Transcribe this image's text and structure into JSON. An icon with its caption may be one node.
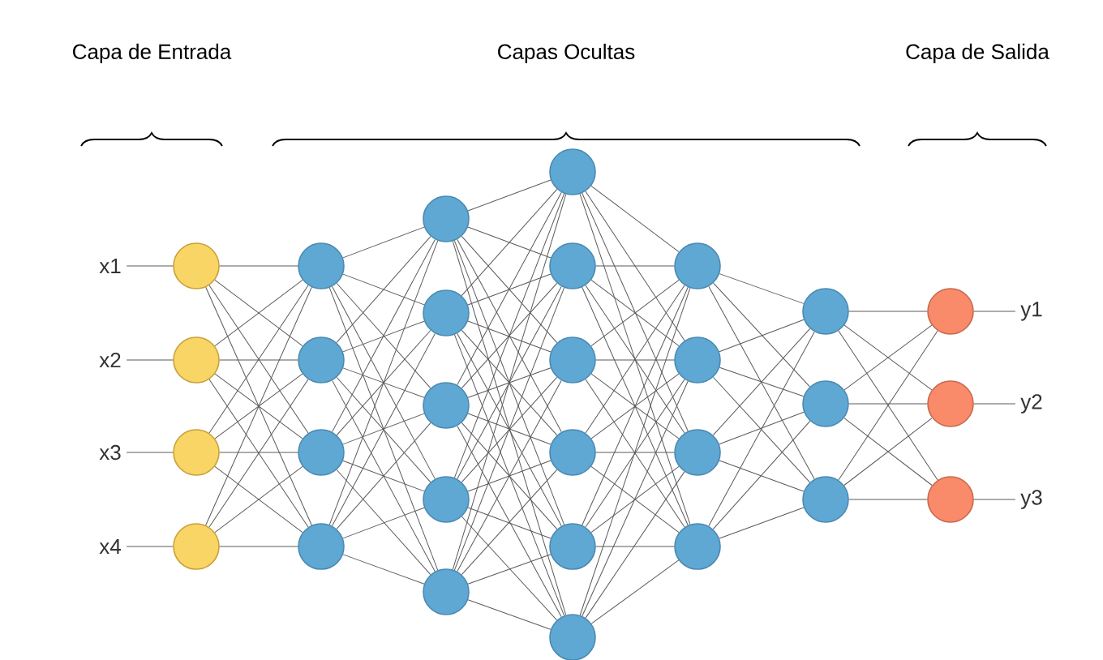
{
  "diagram": {
    "nodes": [
      {
        "text": [
          "x1"
        ]
      },
      {
        "text": [
          "x2"
        ]
      },
      {
        "text": [
          "x3"
        ]
      },
      {
        "text": [
          "x4"
        ]
      },
      {
        "text": [],
        "shape": "circle"
      },
      {
        "text": [],
        "shape": "circle"
      },
      {
        "text": [],
        "shape": "circle"
      },
      {
        "text": [],
        "shape": "circle"
      },
      {
        "text": [],
        "shape": "circle"
      },
      {
        "text": [],
        "shape": "circle"
      },
      {
        "text": [],
        "shape": "circle"
      },
      {
        "text": [],
        "shape": "circle"
      },
      {
        "text": [],
        "shape": "circle"
      },
      {
        "text": [],
        "shape": "circle"
      },
      {
        "text": [],
        "shape": "circle"
      },
      {
        "text": [],
        "shape": "circle"
      },
      {
        "text": [],
        "shape": "circle"
      },
      {
        "text": [],
        "shape": "circle"
      },
      {
        "text": [],
        "shape": "circle"
      },
      {
        "text": [],
        "shape": "circle"
      },
      {
        "text": [],
        "shape": "circle"
      },
      {
        "text": [],
        "shape": "circle"
      },
      {
        "text": [],
        "shape": "circle"
      },
      {
        "text": [],
        "shape": "circle"
      },
      {
        "text": [],
        "shape": "circle"
      },
      {
        "text": [],
        "shape": "circle"
      },
      {
        "text": [],
        "shape": "circle"
      },
      {
        "text": [],
        "shape": "circle"
      },
      {
        "text": [],
        "shape": "circle"
      },
      {
        "text": [],
        "shape": "circle"
      },
      {
        "text": [],
        "shape": "circle"
      },
      {
        "text": [],
        "shape": "circle"
      },
      {
        "text": [],
        "shape": "circle"
      },
      {
        "text": [
          "y1"
        ]
      },
      {
        "text": [
          "y2"
        ]
      },
      {
        "text": [
          "y3"
        ]
      }
    ],
    "edges": [
      {
        "from": 0,
        "to": 4,
        "arrow": "none"
      },
      {
        "from": 1,
        "to": 5,
        "arrow": "none"
      },
      {
        "from": 2,
        "to": 6,
        "arrow": "none"
      },
      {
        "from": 3,
        "to": 7,
        "arrow": "none"
      },
      {
        "from": 4,
        "to": 8,
        "arrow": "none"
      },
      {
        "from": 4,
        "to": 9,
        "arrow": "none"
      },
      {
        "from": 4,
        "to": 10,
        "arrow": "none"
      },
      {
        "from": 4,
        "to": 11,
        "arrow": "none"
      },
      {
        "from": 5,
        "to": 8,
        "arrow": "none"
      },
      {
        "from": 5,
        "to": 9,
        "arrow": "none"
      },
      {
        "from": 5,
        "to": 10,
        "arrow": "none"
      },
      {
        "from": 5,
        "to": 11,
        "arrow": "none"
      },
      {
        "from": 6,
        "to": 8,
        "arrow": "none"
      },
      {
        "from": 6,
        "to": 9,
        "arrow": "none"
      },
      {
        "from": 6,
        "to": 10,
        "arrow": "none"
      },
      {
        "from": 6,
        "to": 11,
        "arrow": "none"
      },
      {
        "from": 7,
        "to": 8,
        "arrow": "none"
      },
      {
        "from": 7,
        "to": 9,
        "arrow": "none"
      },
      {
        "from": 7,
        "to": 10,
        "arrow": "none"
      },
      {
        "from": 7,
        "to": 11,
        "arrow": "none"
      },
      {
        "from": 8,
        "to": 12,
        "arrow": "none"
      },
      {
        "from": 8,
        "to": 13,
        "arrow": "none"
      },
      {
        "from": 8,
        "to": 14,
        "arrow": "none"
      },
      {
        "from": 8,
        "to": 15,
        "arrow": "none"
      },
      {
        "from": 8,
        "to": 16,
        "arrow": "none"
      },
      {
        "from": 9,
        "to": 12,
        "arrow": "none"
      },
      {
        "from": 9,
        "to": 13,
        "arrow": "none"
      },
      {
        "from": 9,
        "to": 14,
        "arrow": "none"
      },
      {
        "from": 9,
        "to": 15,
        "arrow": "none"
      },
      {
        "from": 9,
        "to": 16,
        "arrow": "none"
      },
      {
        "from": 10,
        "to": 12,
        "arrow": "none"
      },
      {
        "from": 10,
        "to": 13,
        "arrow": "none"
      },
      {
        "from": 10,
        "to": 14,
        "arrow": "none"
      },
      {
        "from": 10,
        "to": 15,
        "arrow": "none"
      },
      {
        "from": 10,
        "to": 16,
        "arrow": "none"
      },
      {
        "from": 11,
        "to": 12,
        "arrow": "none"
      },
      {
        "from": 11,
        "to": 13,
        "arrow": "none"
      },
      {
        "from": 11,
        "to": 14,
        "arrow": "none"
      },
      {
        "from": 11,
        "to": 15,
        "arrow": "none"
      },
      {
        "from": 11,
        "to": 16,
        "arrow": "none"
      },
      {
        "from": 12,
        "to": 17,
        "arrow": "none"
      },
      {
        "from": 12,
        "to": 18,
        "arrow": "none"
      },
      {
        "from": 12,
        "to": 19,
        "arrow": "none"
      },
      {
        "from": 12,
        "to": 20,
        "arrow": "none"
      },
      {
        "from": 12,
        "to": 21,
        "arrow": "none"
      },
      {
        "from": 12,
        "to": 22,
        "arrow": "none"
      },
      {
        "from": 13,
        "to": 17,
        "arrow": "none"
      },
      {
        "from": 13,
        "to": 18,
        "arrow": "none"
      },
      {
        "from": 13,
        "to": 19,
        "arrow": "none"
      },
      {
        "from": 13,
        "to": 20,
        "arrow": "none"
      },
      {
        "from": 13,
        "to": 21,
        "arrow": "none"
      },
      {
        "from": 13,
        "to": 22,
        "arrow": "none"
      },
      {
        "from": 14,
        "to": 17,
        "arrow": "none"
      },
      {
        "from": 14,
        "to": 18,
        "arrow": "none"
      },
      {
        "from": 14,
        "to": 19,
        "arrow": "none"
      },
      {
        "from": 14,
        "to": 20,
        "arrow": "none"
      },
      {
        "from": 14,
        "to": 21,
        "arrow": "none"
      },
      {
        "from": 14,
        "to": 22,
        "arrow": "none"
      },
      {
        "from": 15,
        "to": 17,
        "arrow": "none"
      },
      {
        "from": 15,
        "to": 18,
        "arrow": "none"
      },
      {
        "from": 15,
        "to": 19,
        "arrow": "none"
      },
      {
        "from": 15,
        "to": 20,
        "arrow": "none"
      },
      {
        "from": 15,
        "to": 21,
        "arrow": "none"
      },
      {
        "from": 15,
        "to": 22,
        "arrow": "none"
      },
      {
        "from": 16,
        "to": 17,
        "arrow": "none"
      },
      {
        "from": 16,
        "to": 18,
        "arrow": "none"
      },
      {
        "from": 16,
        "to": 19,
        "arrow": "none"
      },
      {
        "from": 16,
        "to": 20,
        "arrow": "none"
      },
      {
        "from": 16,
        "to": 21,
        "arrow": "none"
      },
      {
        "from": 16,
        "to": 22,
        "arrow": "none"
      },
      {
        "from": 17,
        "to": 23,
        "arrow": "none"
      },
      {
        "from": 17,
        "to": 24,
        "arrow": "none"
      },
      {
        "from": 17,
        "to": 25,
        "arrow": "none"
      },
      {
        "from": 17,
        "to": 26,
        "arrow": "none"
      },
      {
        "from": 18,
        "to": 23,
        "arrow": "none"
      },
      {
        "from": 18,
        "to": 24,
        "arrow": "none"
      },
      {
        "from": 18,
        "to": 25,
        "arrow": "none"
      },
      {
        "from": 18,
        "to": 26,
        "arrow": "none"
      },
      {
        "from": 19,
        "to": 23,
        "arrow": "none"
      },
      {
        "from": 19,
        "to": 24,
        "arrow": "none"
      },
      {
        "from": 19,
        "to": 25,
        "arrow": "none"
      },
      {
        "from": 19,
        "to": 26,
        "arrow": "none"
      },
      {
        "from": 20,
        "to": 23,
        "arrow": "none"
      },
      {
        "from": 20,
        "to": 24,
        "arrow": "none"
      },
      {
        "from": 20,
        "to": 25,
        "arrow": "none"
      },
      {
        "from": 20,
        "to": 26,
        "arrow": "none"
      },
      {
        "from": 21,
        "to": 23,
        "arrow": "none"
      },
      {
        "from": 21,
        "to": 24,
        "arrow": "none"
      },
      {
        "from": 21,
        "to": 25,
        "arrow": "none"
      },
      {
        "from": 21,
        "to": 26,
        "arrow": "none"
      },
      {
        "from": 22,
        "to": 23,
        "arrow": "none"
      },
      {
        "from": 22,
        "to": 24,
        "arrow": "none"
      },
      {
        "from": 22,
        "to": 25,
        "arrow": "none"
      },
      {
        "from": 22,
        "to": 26,
        "arrow": "none"
      },
      {
        "from": 23,
        "to": 27,
        "arrow": "none"
      },
      {
        "from": 23,
        "to": 28,
        "arrow": "none"
      },
      {
        "from": 23,
        "to": 29,
        "arrow": "none"
      },
      {
        "from": 24,
        "to": 27,
        "arrow": "none"
      },
      {
        "from": 24,
        "to": 28,
        "arrow": "none"
      },
      {
        "from": 24,
        "to": 29,
        "arrow": "none"
      },
      {
        "from": 25,
        "to": 27,
        "arrow": "none"
      },
      {
        "from": 25,
        "to": 28,
        "arrow": "none"
      },
      {
        "from": 25,
        "to": 29,
        "arrow": "none"
      },
      {
        "from": 26,
        "to": 27,
        "arrow": "none"
      },
      {
        "from": 26,
        "to": 28,
        "arrow": "none"
      },
      {
        "from": 26,
        "to": 29,
        "arrow": "none"
      },
      {
        "from": 27,
        "to": 30,
        "arrow": "none"
      },
      {
        "from": 27,
        "to": 31,
        "arrow": "none"
      },
      {
        "from": 27,
        "to": 32,
        "arrow": "none"
      },
      {
        "from": 28,
        "to": 30,
        "arrow": "none"
      },
      {
        "from": 28,
        "to": 31,
        "arrow": "none"
      },
      {
        "from": 28,
        "to": 32,
        "arrow": "none"
      },
      {
        "from": 29,
        "to": 30,
        "arrow": "none"
      },
      {
        "from": 29,
        "to": 31,
        "arrow": "none"
      },
      {
        "from": 29,
        "to": 32,
        "arrow": "none"
      },
      {
        "from": 30,
        "to": 33,
        "arrow": "none"
      },
      {
        "from": 31,
        "to": 34,
        "arrow": "none"
      },
      {
        "from": 32,
        "to": 35,
        "arrow": "none"
      }
    ],
    "labels": [
      "Capa de Entrada",
      "Capas Ocultas",
      "Capa de Salida"
    ]
  }
}
